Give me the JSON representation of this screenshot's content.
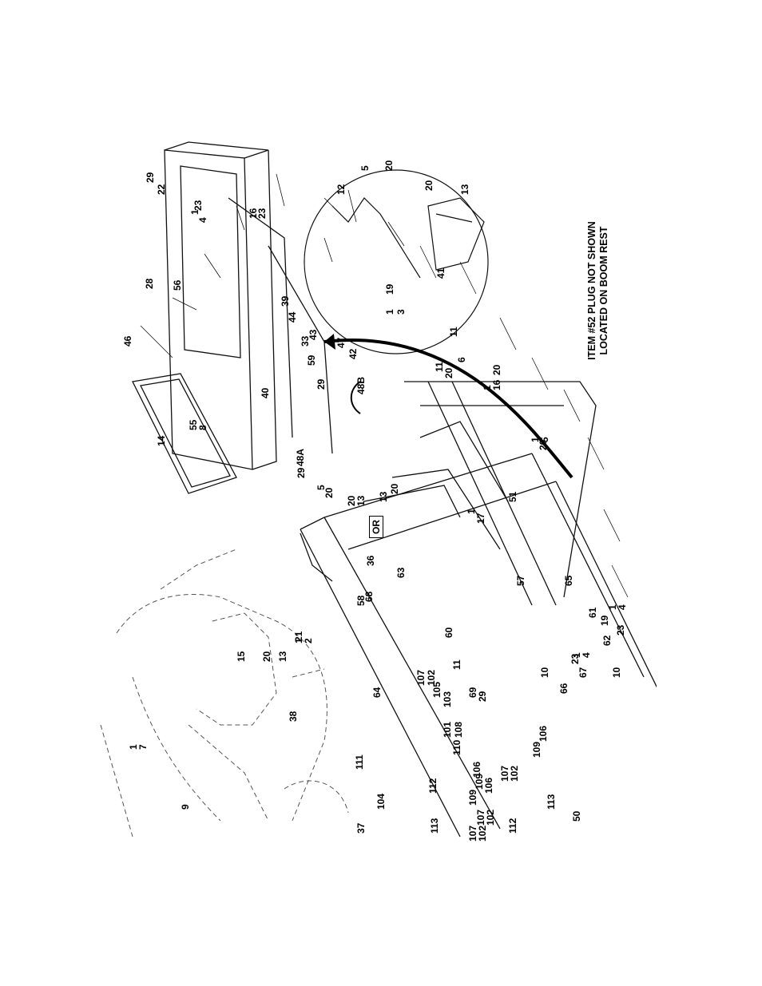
{
  "note": {
    "line1": "ITEM #52 PLUG NOT SHOWN",
    "line2": "LOCATED ON BOOM REST"
  },
  "or_label": "OR",
  "callouts": [
    "29",
    "22",
    "1",
    "4",
    "23",
    "16",
    "23",
    "28",
    "39",
    "44",
    "43",
    "33",
    "59",
    "47",
    "42",
    "29",
    "48B",
    "48A",
    "56",
    "46",
    "40",
    "29",
    "5",
    "20",
    "20",
    "13",
    "55",
    "8",
    "14",
    "12",
    "5",
    "20",
    "20",
    "13",
    "41",
    "19",
    "1",
    "3",
    "11",
    "6",
    "20",
    "11",
    "20",
    "1",
    "16",
    "1",
    "5",
    "20",
    "51",
    "13",
    "20",
    "17",
    "1",
    "36",
    "57",
    "63",
    "68",
    "58",
    "60",
    "11",
    "65",
    "61",
    "19",
    "62",
    "67",
    "66",
    "15",
    "20",
    "13",
    "1",
    "2",
    "21",
    "38",
    "64",
    "107",
    "102",
    "105",
    "103",
    "69",
    "29",
    "101",
    "108",
    "110",
    "111",
    "106",
    "109",
    "104",
    "107",
    "102",
    "37",
    "1",
    "7",
    "9",
    "112",
    "109",
    "106",
    "107",
    "102",
    "109",
    "106",
    "113",
    "107",
    "102",
    "112",
    "113",
    "50",
    "10",
    "23",
    "1",
    "4",
    "10",
    "1",
    "4",
    "23"
  ]
}
